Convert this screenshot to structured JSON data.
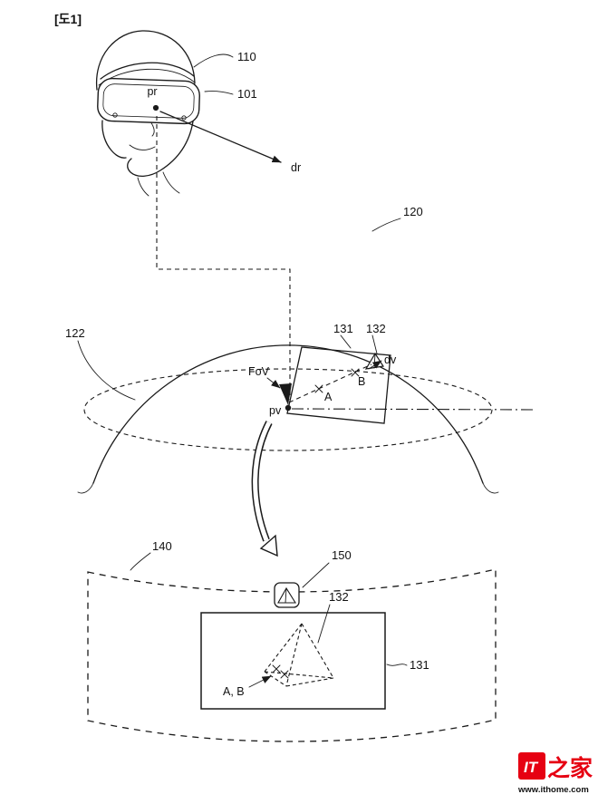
{
  "figure": {
    "tag": "[도1]"
  },
  "head_scene": {
    "strap_ref": "110",
    "headset_ref": "101",
    "gaze_origin": "pr",
    "gaze_direction": "dr"
  },
  "sphere_scene": {
    "sphere_ref": "120",
    "equator_ref": "122",
    "plane_ref": "131",
    "object_ref": "132",
    "object_direction": "dv",
    "fov_label": "FoV",
    "point_a": "A",
    "point_b": "B",
    "view_point": "pv"
  },
  "screen_scene": {
    "screen_ref": "140",
    "icon_ref": "150",
    "object_ref": "132",
    "window_ref": "131",
    "points_label": "A, B"
  },
  "watermark": {
    "logo_text": "IT",
    "logo_cjk": "之家",
    "url": "www.ithome.com",
    "brand_color": "#e60012"
  }
}
